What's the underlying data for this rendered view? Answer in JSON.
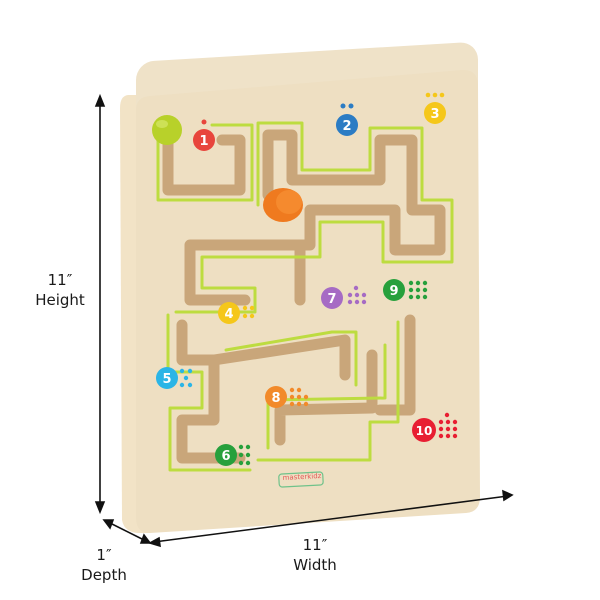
{
  "dimensions": {
    "height": {
      "value": "11″",
      "label": "Height"
    },
    "width": {
      "value": "11″",
      "label": "Width"
    },
    "depth": {
      "value": "1″",
      "label": "Depth"
    }
  },
  "board": {
    "brand": "masterkidz",
    "numbers": [
      {
        "n": "1",
        "color": "#e8453c",
        "dots": 1
      },
      {
        "n": "2",
        "color": "#2b7cc4",
        "dots": 2
      },
      {
        "n": "3",
        "color": "#f5c71a",
        "dots": 3
      },
      {
        "n": "4",
        "color": "#f5c71a",
        "dots": 4
      },
      {
        "n": "5",
        "color": "#2bb5e6",
        "dots": 5
      },
      {
        "n": "6",
        "color": "#27a03c",
        "dots": 6
      },
      {
        "n": "7",
        "color": "#a66bc4",
        "dots": 7
      },
      {
        "n": "8",
        "color": "#f28a2a",
        "dots": 8
      },
      {
        "n": "9",
        "color": "#27a03c",
        "dots": 9
      },
      {
        "n": "10",
        "color": "#e81e32",
        "dots": 10
      }
    ],
    "colors": {
      "wood": "#efe2c8",
      "edge": "#f3e6cc",
      "groove": "#c9a77c",
      "line": "#b8dc3c",
      "ball": "#b8d12a",
      "cap": "#f07a1e"
    }
  }
}
